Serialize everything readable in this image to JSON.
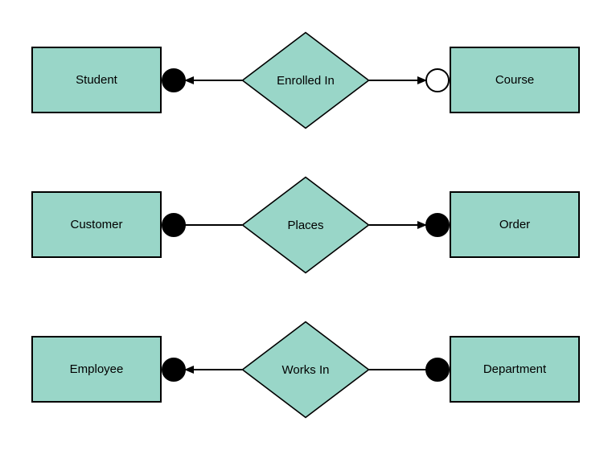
{
  "diagram": {
    "type": "entity-relationship",
    "colors": {
      "shape_fill": "#99d6c8",
      "shape_border": "#000000",
      "connector": "#000000",
      "background": "#ffffff",
      "dot_filled": "#000000",
      "dot_open": "#ffffff"
    },
    "rows": [
      {
        "left_entity": {
          "label": "Student"
        },
        "relationship": {
          "label": "Enrolled In"
        },
        "right_entity": {
          "label": "Course"
        },
        "left_connector": {
          "dot": "filled",
          "arrow": "left"
        },
        "right_connector": {
          "dot": "open",
          "arrow": "right"
        }
      },
      {
        "left_entity": {
          "label": "Customer"
        },
        "relationship": {
          "label": "Places"
        },
        "right_entity": {
          "label": "Order"
        },
        "left_connector": {
          "dot": "filled",
          "arrow": "none"
        },
        "right_connector": {
          "dot": "filled",
          "arrow": "right"
        }
      },
      {
        "left_entity": {
          "label": "Employee"
        },
        "relationship": {
          "label": "Works In"
        },
        "right_entity": {
          "label": "Department"
        },
        "left_connector": {
          "dot": "filled",
          "arrow": "left"
        },
        "right_connector": {
          "dot": "filled",
          "arrow": "none"
        }
      }
    ]
  }
}
